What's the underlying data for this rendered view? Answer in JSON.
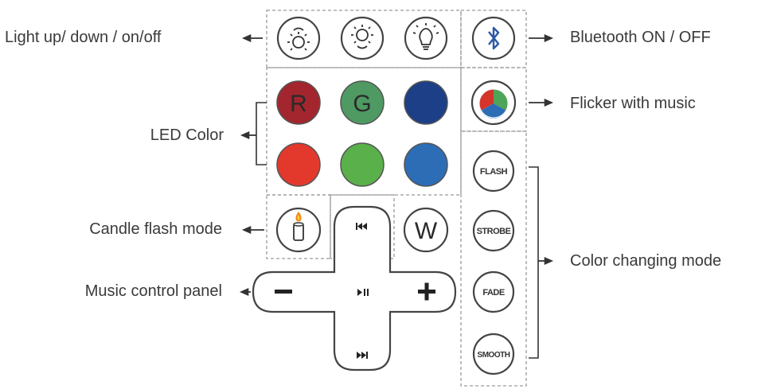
{
  "labels": {
    "light": "Light up/ down / on/off",
    "led_color": "LED Color",
    "candle": "Candle flash mode",
    "music_panel": "Music control panel",
    "bluetooth": "Bluetooth ON / OFF",
    "flicker": "Flicker with music",
    "color_mode": "Color changing mode"
  },
  "buttons": {
    "red_letter": "R",
    "green_letter": "G",
    "white_letter": "W",
    "minus": "−",
    "plus": "+",
    "flash": "FLASH",
    "strobe": "STROBE",
    "fade": "FADE",
    "smooth": "SMOOTH"
  },
  "colors": {
    "dark_red": "#a3262e",
    "dark_green": "#4e9a62",
    "dark_blue": "#1d3f87",
    "red": "#e2392c",
    "green": "#5ab04a",
    "blue": "#2d6db5",
    "bluetooth": "#2b58a8"
  }
}
